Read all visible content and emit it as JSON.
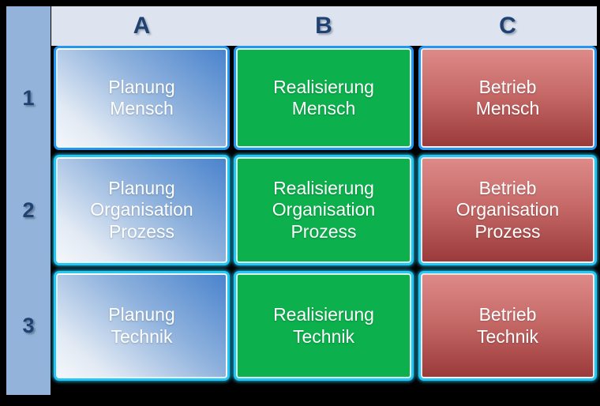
{
  "matrix": {
    "column_headers": [
      "A",
      "B",
      "C"
    ],
    "row_headers": [
      "1",
      "2",
      "3"
    ],
    "colors": {
      "row_header_bg": "#93b3da",
      "col_header_bg": "#dde4f0",
      "header_text": "#1f4273",
      "cell_border_cyan": "#22c7f5",
      "cell_border_blue": "#2196f3",
      "green_fill": "#0cb04c",
      "red_fill_top": "#dd8a89",
      "red_fill_bottom": "#9b3a3a",
      "blue_fill_light": "#f4f7fa",
      "blue_fill_dark": "#4a83cd",
      "background": "#000000",
      "cell_text": "#ffffff"
    },
    "cells": [
      {
        "id": "a1",
        "column": "A",
        "row": "1",
        "color": "blue",
        "lines": [
          "Planung",
          "Mensch"
        ]
      },
      {
        "id": "b1",
        "column": "B",
        "row": "1",
        "color": "green",
        "lines": [
          "Realisierung",
          "Mensch"
        ]
      },
      {
        "id": "c1",
        "column": "C",
        "row": "1",
        "color": "red",
        "lines": [
          "Betrieb",
          "Mensch"
        ]
      },
      {
        "id": "a2",
        "column": "A",
        "row": "2",
        "color": "blue",
        "lines": [
          "Planung",
          "Organisation",
          "Prozess"
        ]
      },
      {
        "id": "b2",
        "column": "B",
        "row": "2",
        "color": "green",
        "lines": [
          "Realisierung",
          "Organisation",
          "Prozess"
        ]
      },
      {
        "id": "c2",
        "column": "C",
        "row": "2",
        "color": "red",
        "lines": [
          "Betrieb",
          "Organisation",
          "Prozess"
        ]
      },
      {
        "id": "a3",
        "column": "A",
        "row": "3",
        "color": "blue",
        "lines": [
          "Planung",
          "Technik"
        ]
      },
      {
        "id": "b3",
        "column": "B",
        "row": "3",
        "color": "green",
        "lines": [
          "Realisierung",
          "Technik"
        ]
      },
      {
        "id": "c3",
        "column": "C",
        "row": "3",
        "color": "red",
        "lines": [
          "Betrieb",
          "Technik"
        ]
      }
    ]
  }
}
